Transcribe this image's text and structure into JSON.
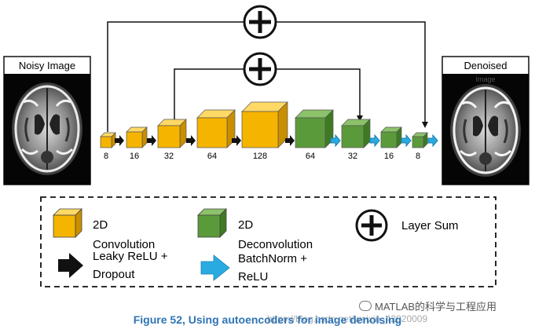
{
  "images": {
    "input_title": "Noisy Image",
    "output_title": "Denoised",
    "output_overlay_text": "Image"
  },
  "encoder_blocks": [
    "8",
    "16",
    "32",
    "64",
    "128"
  ],
  "decoder_blocks": [
    "64",
    "32",
    "16",
    "8"
  ],
  "legend": {
    "conv_line1": "2D",
    "conv_line2": "Convolution",
    "deconv_line1": "2D",
    "deconv_line2": "Deconvolution",
    "sum_label": "Layer Sum",
    "leaky_line1": "Leaky ReLU +",
    "leaky_line2": "Dropout",
    "bn_line1": "BatchNorm +",
    "bn_line2": "ReLU"
  },
  "caption": "Figure 52, Using autoencoders for image denoising",
  "watermark": "MATLAB的科学与工程应用",
  "watermark_url": "https://blog.csdn.net/weixin_42820009",
  "colors": {
    "conv_fill": "#f5b400",
    "deconv_fill": "#5b9a3a",
    "bn_arrow": "#29abe2",
    "caption": "#2e74b5"
  }
}
